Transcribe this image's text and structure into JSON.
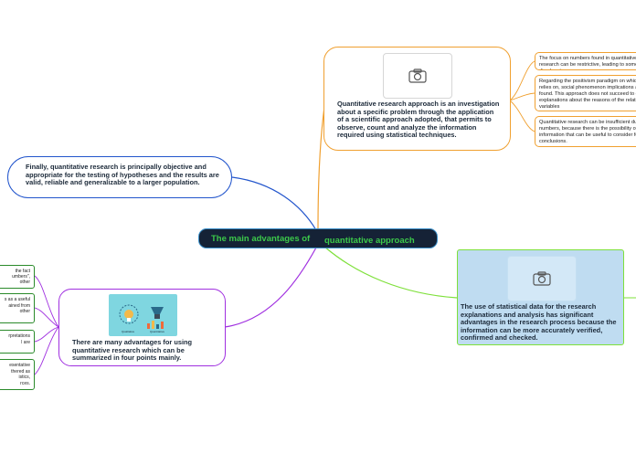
{
  "central": {
    "title_part1": "The main advantages of",
    "title_part2": "quantitative approach"
  },
  "top_right": {
    "text": "Quantitative research approach is an investigation about a specific problem through the application of a scientific approach adopted, that permits to observe, count and analyze the information required using statistical techniques.",
    "image_icon": "camera-icon",
    "leaves": [
      "The focus on numbers found in quantitative research can be restrictive, leading to some disadvantages.",
      "Regarding the positivism paradigm on which it relies on, social phenomenon implications are not found. This approach does not succeed to give explanations about the reasons of the relationship variables",
      "Quantitative research can be insufficient due to numbers, because there is the possibility of losing information that can be useful to consider for conclusions."
    ]
  },
  "left_top": {
    "text": "Finally, quantitative research is principally objective and appropriate for the testing of hypotheses and the results are valid, reliable and generalizable to a larger population."
  },
  "right_middle": {
    "text": "The use of statistical data for the research explanations and analysis has significant advantages in the research process because the information can be more accurately verified, confirmed and checked.",
    "image_icon": "camera-icon"
  },
  "left_bottom": {
    "text": "There are many advantages for using quantitative research which can be summarized in four points mainly.",
    "image_labels": [
      "Qualitative",
      "Quantitative"
    ],
    "leaves": [
      "the fact\numbers\",\nother",
      "s as a useful\nained from\nother",
      "rpretations\nl are",
      "esentative\nthered as\nistics,\nrces."
    ]
  },
  "colors": {
    "central_bg": "#152236",
    "central_text": "#3cc94a",
    "orange_branch": "#f0a030",
    "blue_branch": "#2255cc",
    "green_branch": "#7ee03a",
    "purple_branch": "#a030e0"
  }
}
